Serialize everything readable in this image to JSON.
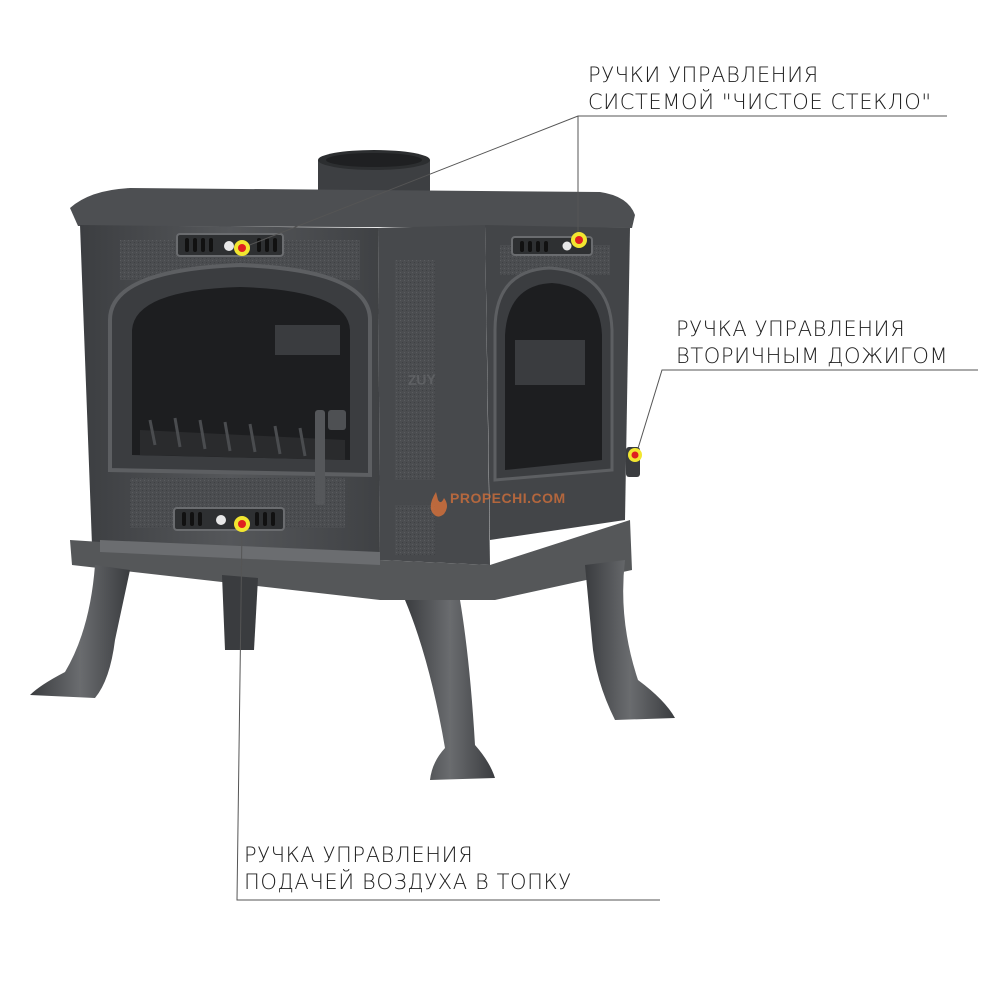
{
  "diagram": {
    "subject": "Cast-iron wood stove with control handles",
    "accent_colors": {
      "marker_outer": "#f2e630",
      "marker_inner": "#e02020",
      "stove_body": "#4a4c4f",
      "line": "#555555"
    },
    "callouts": [
      {
        "id": "clean-glass",
        "lines": [
          "РУЧКИ УПРАВЛЕНИЯ",
          "СИСТЕМОЙ \"ЧИСТОЕ СТЕКЛО\""
        ]
      },
      {
        "id": "secondary-burn",
        "lines": [
          "РУЧКА УПРАВЛЕНИЯ",
          "ВТОРИЧНЫМ ДОЖИГОМ"
        ]
      },
      {
        "id": "air-supply",
        "lines": [
          "РУЧКА УПРАВЛЕНИЯ",
          "ПОДАЧЕЙ ВОЗДУХА В ТОПКУ"
        ]
      }
    ],
    "watermark": {
      "text": "PROPECHI.COM",
      "icon": "flame-icon"
    },
    "brand_mark": "ZUY"
  }
}
